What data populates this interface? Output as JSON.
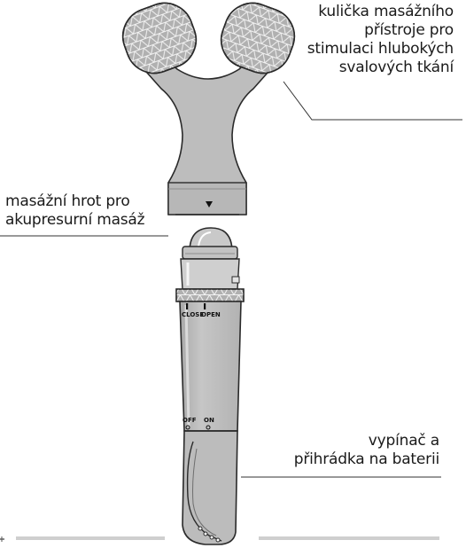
{
  "callouts": {
    "massage_ball": [
      "kulička masážního",
      "přístroje pro",
      "stimulaci hlubokých",
      "svalových tkání"
    ],
    "acupressure_tip": [
      "masážní hrot pro",
      "akupresurní masáž"
    ],
    "switch_battery": [
      "vypínač a",
      "přihrádka na baterii"
    ]
  },
  "device_labels": {
    "close": "CLOSE",
    "open": "OPEN",
    "off": "OFF",
    "on": "ON"
  },
  "colors": {
    "body": "#bdbdbd",
    "outline": "#2a2a2a",
    "ball": "#b0b0b0",
    "leader": "#333333",
    "footer_bar": "#cfcfcf"
  }
}
